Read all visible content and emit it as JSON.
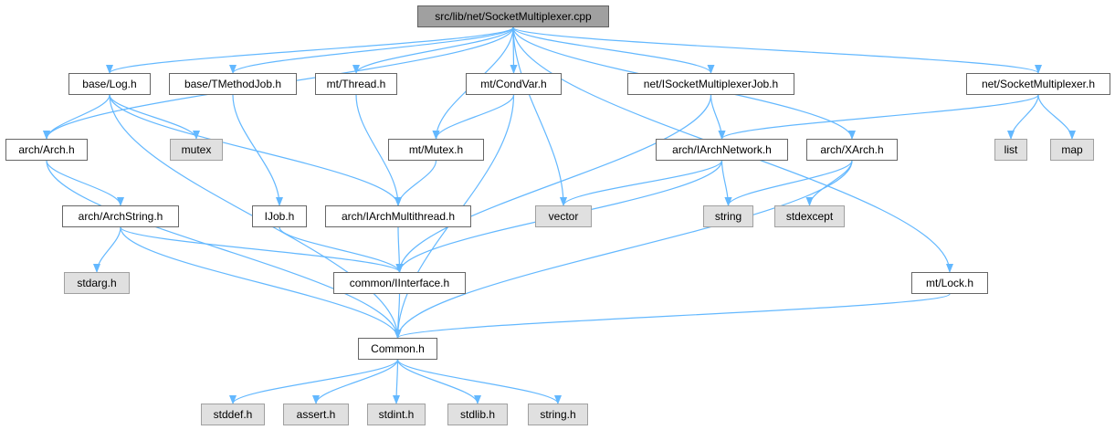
{
  "colors": {
    "edge": "#63b8ff",
    "node_border": "#666666",
    "node_fill": "#ffffff",
    "external_fill": "#e0e0e0",
    "root_fill": "#a0a0a0"
  },
  "nodes": {
    "root": "src/lib/net/SocketMultiplexer.cpp",
    "base_log": "base/Log.h",
    "base_tmethodjob": "base/TMethodJob.h",
    "mt_thread": "mt/Thread.h",
    "mt_condvar": "mt/CondVar.h",
    "net_isocketmultiplexerjob": "net/ISocketMultiplexerJob.h",
    "net_socketmultiplexer": "net/SocketMultiplexer.h",
    "arch_arch": "arch/Arch.h",
    "mutex": "mutex",
    "mt_mutex": "mt/Mutex.h",
    "arch_iarchnetwork": "arch/IArchNetwork.h",
    "arch_xarch": "arch/XArch.h",
    "list": "list",
    "map": "map",
    "arch_archstring": "arch/ArchString.h",
    "ijob": "IJob.h",
    "arch_iarchmultithread": "arch/IArchMultithread.h",
    "vector": "vector",
    "string": "string",
    "stdexcept": "stdexcept",
    "stdarg": "stdarg.h",
    "common_iinterface": "common/IInterface.h",
    "mt_lock": "mt/Lock.h",
    "common": "Common.h",
    "stddef": "stddef.h",
    "assert": "assert.h",
    "stdint": "stdint.h",
    "stdlib": "stdlib.h",
    "string_h": "string.h"
  },
  "edges": [
    [
      "root",
      "base_log"
    ],
    [
      "root",
      "base_tmethodjob"
    ],
    [
      "root",
      "mt_thread"
    ],
    [
      "root",
      "mt_condvar"
    ],
    [
      "root",
      "net_isocketmultiplexerjob"
    ],
    [
      "root",
      "net_socketmultiplexer"
    ],
    [
      "root",
      "arch_arch"
    ],
    [
      "root",
      "mt_mutex"
    ],
    [
      "root",
      "vector"
    ],
    [
      "root",
      "arch_xarch"
    ],
    [
      "root",
      "mt_lock"
    ],
    [
      "base_log",
      "arch_arch"
    ],
    [
      "base_log",
      "mutex"
    ],
    [
      "base_log",
      "arch_iarchmultithread"
    ],
    [
      "base_log",
      "common"
    ],
    [
      "base_tmethodjob",
      "ijob"
    ],
    [
      "mt_thread",
      "arch_iarchmultithread"
    ],
    [
      "mt_condvar",
      "mt_mutex"
    ],
    [
      "mt_condvar",
      "common"
    ],
    [
      "mt_mutex",
      "arch_iarchmultithread"
    ],
    [
      "net_isocketmultiplexerjob",
      "arch_iarchnetwork"
    ],
    [
      "net_isocketmultiplexerjob",
      "common_iinterface"
    ],
    [
      "net_socketmultiplexer",
      "arch_iarchnetwork"
    ],
    [
      "net_socketmultiplexer",
      "list"
    ],
    [
      "net_socketmultiplexer",
      "map"
    ],
    [
      "arch_arch",
      "arch_archstring"
    ],
    [
      "arch_arch",
      "common"
    ],
    [
      "arch_archstring",
      "stdarg"
    ],
    [
      "arch_archstring",
      "common_iinterface"
    ],
    [
      "arch_archstring",
      "common"
    ],
    [
      "ijob",
      "common_iinterface"
    ],
    [
      "arch_iarchmultithread",
      "common_iinterface"
    ],
    [
      "arch_iarchnetwork",
      "vector"
    ],
    [
      "arch_iarchnetwork",
      "string"
    ],
    [
      "arch_iarchnetwork",
      "common_iinterface"
    ],
    [
      "arch_xarch",
      "string"
    ],
    [
      "arch_xarch",
      "stdexcept"
    ],
    [
      "arch_xarch",
      "common"
    ],
    [
      "common_iinterface",
      "common"
    ],
    [
      "mt_lock",
      "common"
    ],
    [
      "common",
      "stddef"
    ],
    [
      "common",
      "assert"
    ],
    [
      "common",
      "stdint"
    ],
    [
      "common",
      "stdlib"
    ],
    [
      "common",
      "string_h"
    ]
  ]
}
